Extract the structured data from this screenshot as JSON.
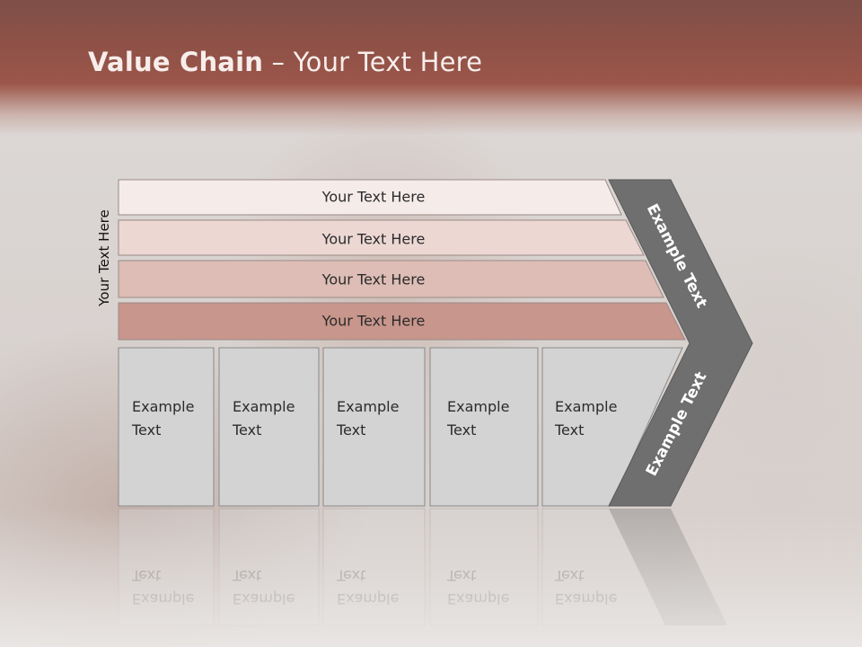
{
  "title": {
    "bold": "Value Chain",
    "rest": " – Your Text Here"
  },
  "side_label": "Your Text Here",
  "bars": [
    {
      "label": "Your Text Here",
      "fill": "#f5ecea"
    },
    {
      "label": "Your Text Here",
      "fill": "#ecd7d3"
    },
    {
      "label": "Your Text Here",
      "fill": "#ddbdb5"
    },
    {
      "label": "Your Text Here",
      "fill": "#c8968c"
    }
  ],
  "boxes": [
    {
      "line1": "Example",
      "line2": "Text"
    },
    {
      "line1": "Example",
      "line2": "Text"
    },
    {
      "line1": "Example",
      "line2": "Text"
    },
    {
      "line1": "Example",
      "line2": "Text"
    },
    {
      "line1": "Example",
      "line2": "Text"
    }
  ],
  "arrow": {
    "upper_label": "Example Text",
    "lower_label": "Example Text",
    "fill": "#6f6f6f"
  },
  "colors": {
    "header": "#9a5548",
    "box_fill": "#d3d3d3",
    "box_border": "#8a8a8a"
  }
}
